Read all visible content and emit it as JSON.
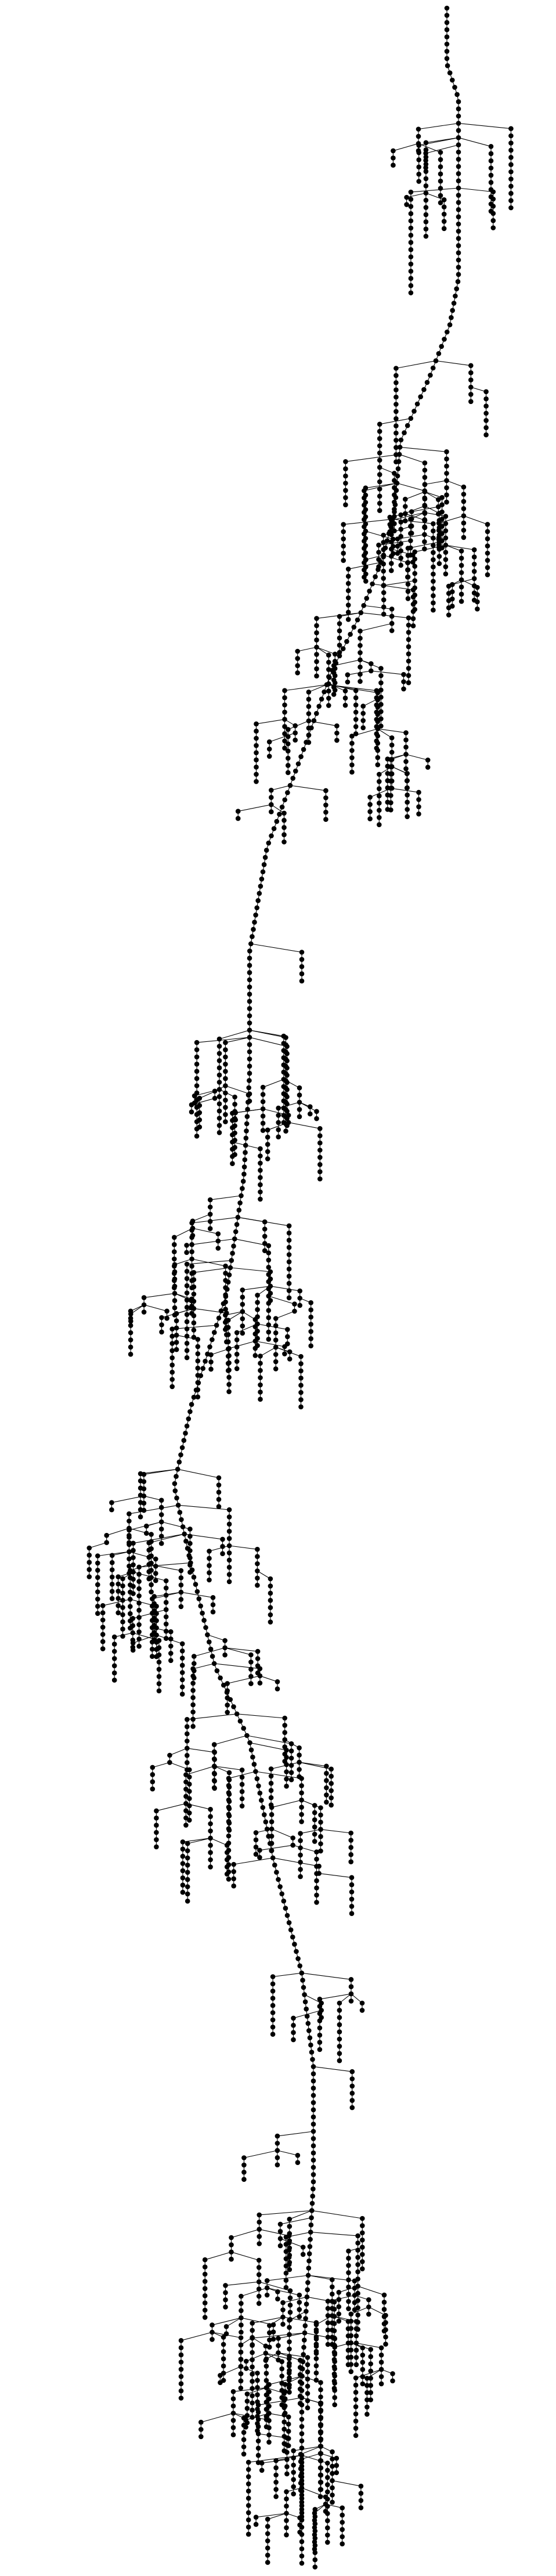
{
  "diagram": {
    "type": "tree",
    "orientation": "top-down",
    "node_shape": "filled-circle",
    "node_color": "#000000",
    "edge_color": "#000000",
    "background": "#ffffff",
    "labels": []
  }
}
